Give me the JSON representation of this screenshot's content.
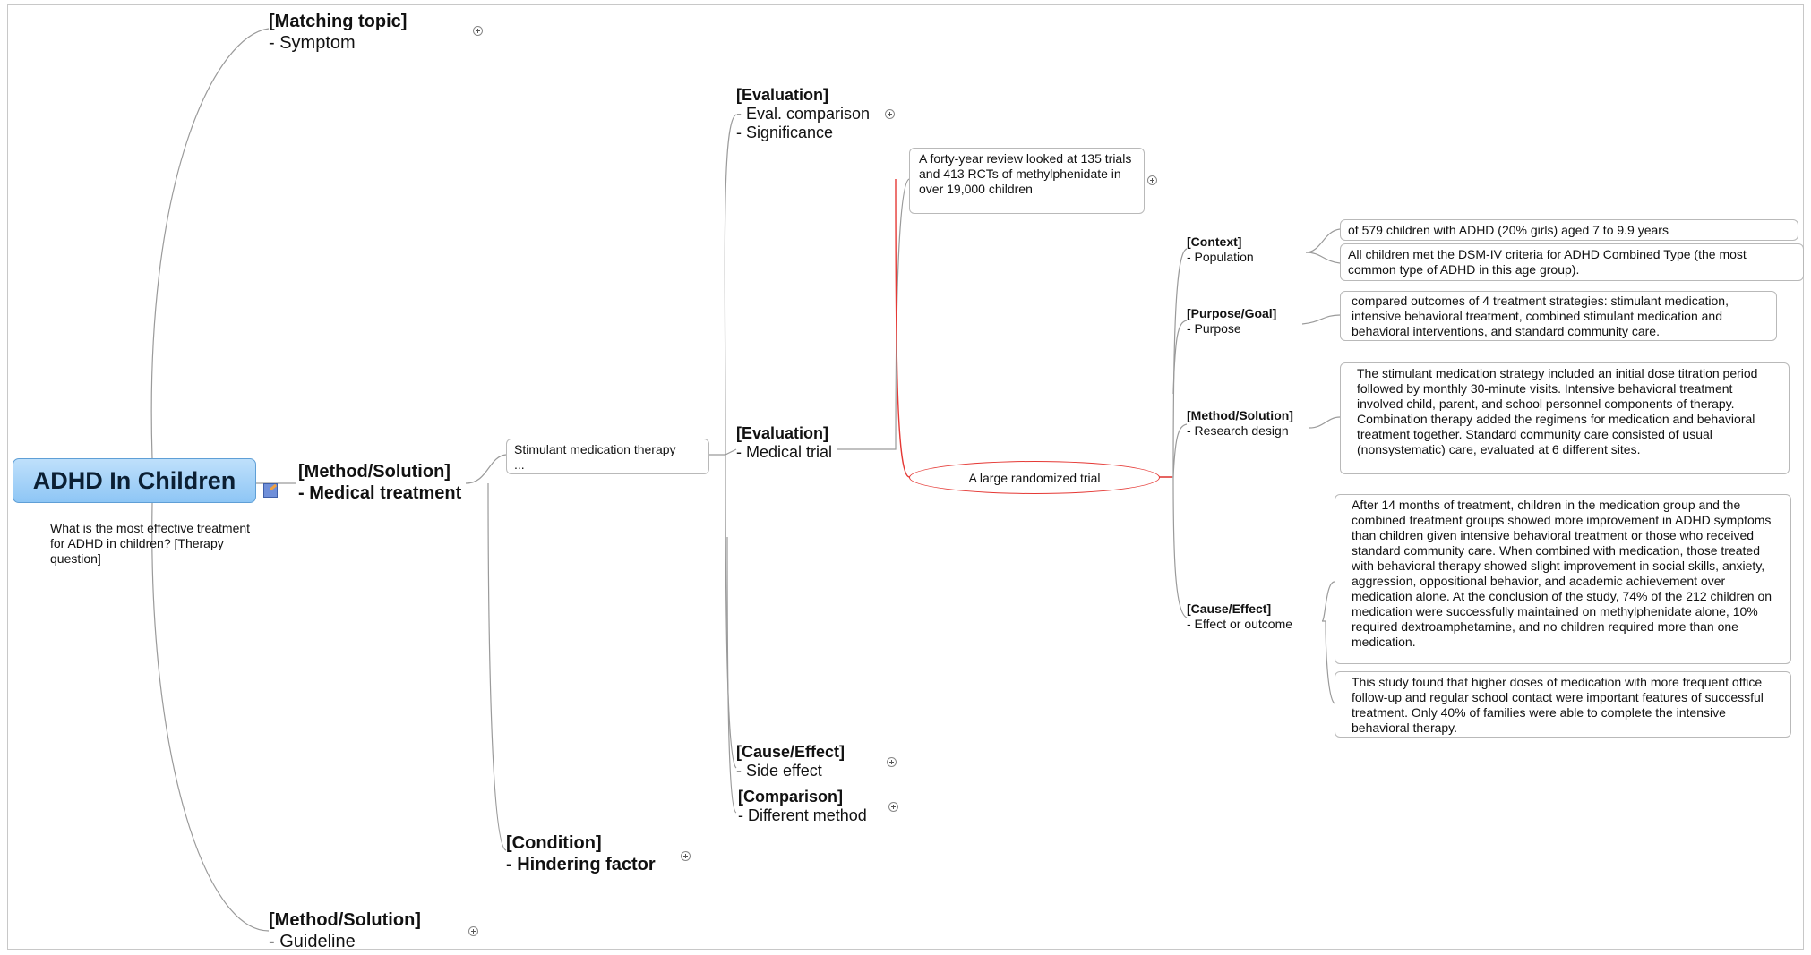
{
  "root": {
    "title": "ADHD In Children",
    "note": "What is the most effective treatment for ADHD in children? [Therapy question]"
  },
  "branches": {
    "matching": {
      "category": "[Matching topic]",
      "item": "- Symptom"
    },
    "method": {
      "category": "[Method/Solution]",
      "item": "- Medical treatment"
    },
    "guideline": {
      "category": "[Method/Solution]",
      "item": "- Guideline"
    }
  },
  "therapy": {
    "line1": "Stimulant medication therapy",
    "line2": "..."
  },
  "condition": {
    "category": "[Condition]",
    "item": "- Hindering factor"
  },
  "evaluation_top": {
    "category": "[Evaluation]",
    "item1": "- Eval. comparison",
    "item2": "- Significance"
  },
  "evaluation_trial": {
    "category": "[Evaluation]",
    "item": "- Medical trial"
  },
  "cause_side": {
    "category": "[Cause/Effect]",
    "item": "- Side effect"
  },
  "comparison": {
    "category": "[Comparison]",
    "item": "- Different method"
  },
  "review": "A forty-year review looked at 135 trials and 413 RCTs of methylphenidate in over 19,000 children",
  "trial": "A large randomized trial",
  "details": {
    "context": {
      "category": "[Context]",
      "item": "- Population"
    },
    "purpose": {
      "category": "[Purpose/Goal]",
      "item": "- Purpose"
    },
    "design": {
      "category": "[Method/Solution]",
      "item": "- Research design"
    },
    "effect": {
      "category": "[Cause/Effect]",
      "item": "- Effect or outcome"
    }
  },
  "notes": {
    "population1": "of 579 children with ADHD (20% girls) aged 7 to 9.9 years",
    "population2": "All children met the DSM-IV criteria for ADHD Combined Type (the most common type of ADHD in this age group).",
    "purpose": "compared outcomes of 4 treatment strategies: stimulant medication, intensive behavioral treatment, combined stimulant medication and behavioral interventions, and standard community care.",
    "design": "The stimulant medication strategy included an initial dose titration period followed by monthly 30-minute visits. Intensive behavioral treatment involved child, parent, and school personnel components of therapy. Combination therapy added the regimens for medication and behavioral treatment together. Standard community care consisted of usual (nonsystematic) care, evaluated at 6 different sites.",
    "outcome1": "After 14 months of treatment, children in the medication group and the combined treatment groups showed more improvement in ADHD symptoms than children given intensive behavioral treatment or those who received standard community care. When combined with medication, those treated with behavioral therapy showed slight improvement in social skills, anxiety, aggression, oppositional behavior, and academic achievement over medication alone. At the conclusion of the study, 74% of the 212 children on medication were successfully maintained on methylphenidate alone, 10% required dextroamphetamine, and no children required more than one medication.",
    "outcome2": "This study found that higher doses of medication with more frequent office follow-up and regular school contact were important features of successful treatment. Only 40% of families were able to complete the intensive behavioral therapy."
  },
  "colors": {
    "root_fill": "#a6d2f8",
    "highlight": "#e53935",
    "connector": "#9a9a9a"
  }
}
